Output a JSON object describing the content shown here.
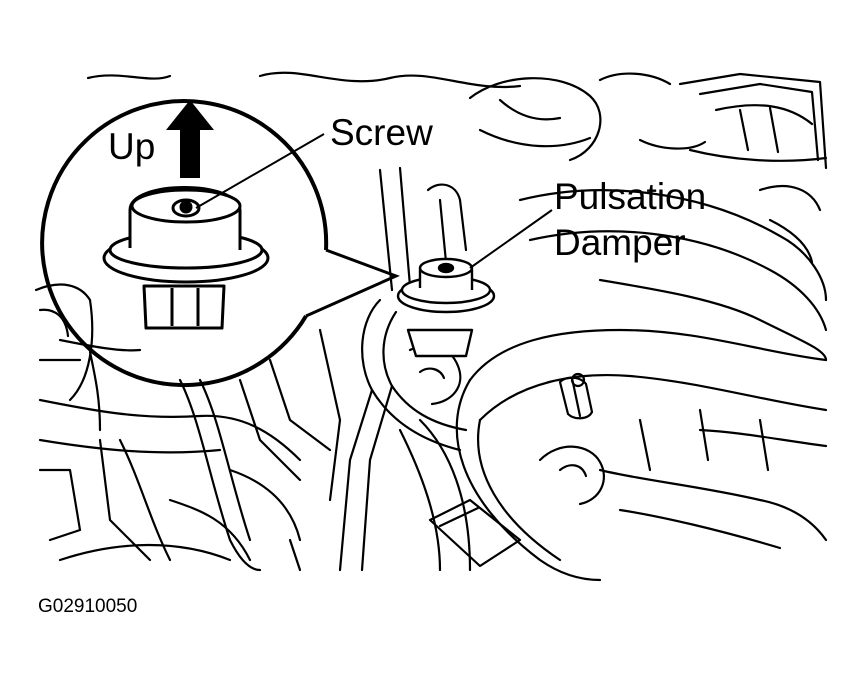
{
  "diagram": {
    "labels": {
      "up": "Up",
      "screw": "Screw",
      "pulsation_damper_line1": "Pulsation",
      "pulsation_damper_line2": "Damper"
    },
    "figure_code": "G02910050",
    "colors": {
      "ink": "#000000",
      "paper": "#ffffff"
    },
    "icons": [
      "up-arrow-icon"
    ]
  }
}
